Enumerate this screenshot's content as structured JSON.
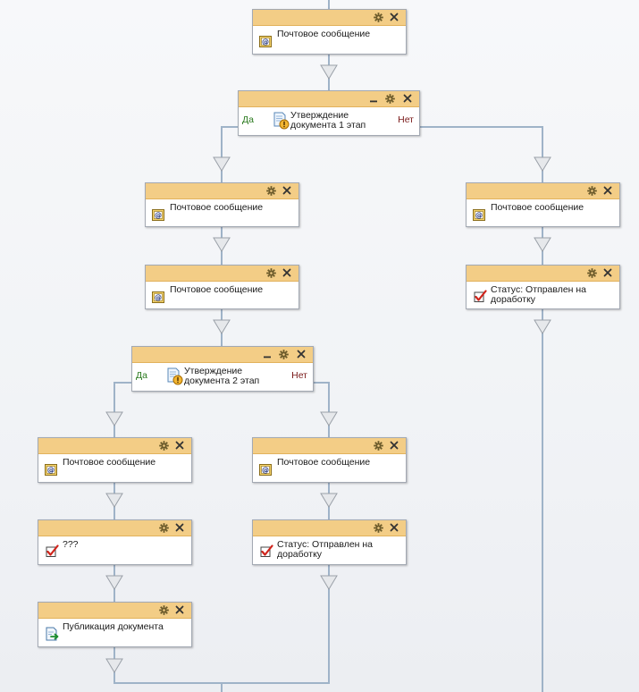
{
  "nodes": [
    {
      "id": "n1",
      "kind": "mail",
      "label": "Почтовое сообщение"
    },
    {
      "id": "d1",
      "kind": "decision",
      "label": "Утверждение документа 1 этап",
      "yes": "Да",
      "no": "Нет"
    },
    {
      "id": "n2",
      "kind": "mail",
      "label": "Почтовое сообщение"
    },
    {
      "id": "n3",
      "kind": "mail",
      "label": "Почтовое сообщение"
    },
    {
      "id": "n4",
      "kind": "status",
      "label": "Статус: Отправлен на доработку"
    },
    {
      "id": "n5",
      "kind": "mail",
      "label": "Почтовое сообщение"
    },
    {
      "id": "d2",
      "kind": "decision",
      "label": "Утверждение документа 2 этап",
      "yes": "Да",
      "no": "Нет"
    },
    {
      "id": "n6",
      "kind": "mail",
      "label": "Почтовое сообщение"
    },
    {
      "id": "n7",
      "kind": "mail",
      "label": "Почтовое сообщение"
    },
    {
      "id": "n8",
      "kind": "status",
      "label": "???"
    },
    {
      "id": "n9",
      "kind": "status",
      "label": "Статус: Отправлен на доработку"
    },
    {
      "id": "n10",
      "kind": "publish",
      "label": "Публикация документа"
    }
  ],
  "icons": {
    "settings": "gear-icon",
    "close": "close-icon",
    "minimize": "minimize-icon",
    "mail": "email-at-icon",
    "status": "checkbox-status-icon",
    "decision": "approval-document-icon",
    "publish": "publish-document-icon"
  },
  "colors": {
    "header": "#f3cd86",
    "connector": "#9fb3c8",
    "yes": "#2a7a1e",
    "no": "#7a1a1a"
  }
}
